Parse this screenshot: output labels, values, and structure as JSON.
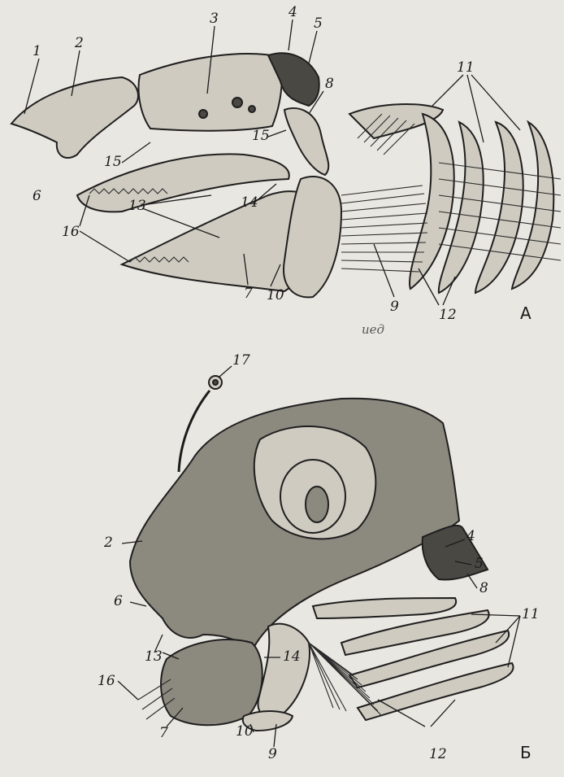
{
  "panels": [
    {
      "id": "A",
      "letter": "А",
      "labels": [
        "1",
        "2",
        "3",
        "4",
        "5",
        "8",
        "11",
        "15",
        "15",
        "14",
        "6",
        "13",
        "16",
        "7",
        "10",
        "9",
        "12"
      ],
      "annotation": "иед"
    },
    {
      "id": "B",
      "letter": "Б",
      "labels": [
        "17",
        "2",
        "4",
        "5",
        "8",
        "6",
        "11",
        "13",
        "14",
        "16",
        "7",
        "10",
        "9",
        "12"
      ],
      "annotation": ""
    }
  ],
  "colors": {
    "paper": "#e9e7e1",
    "ink": "#1f1f1f",
    "bone": "#cfcbc1",
    "shade": "#4a4843"
  }
}
